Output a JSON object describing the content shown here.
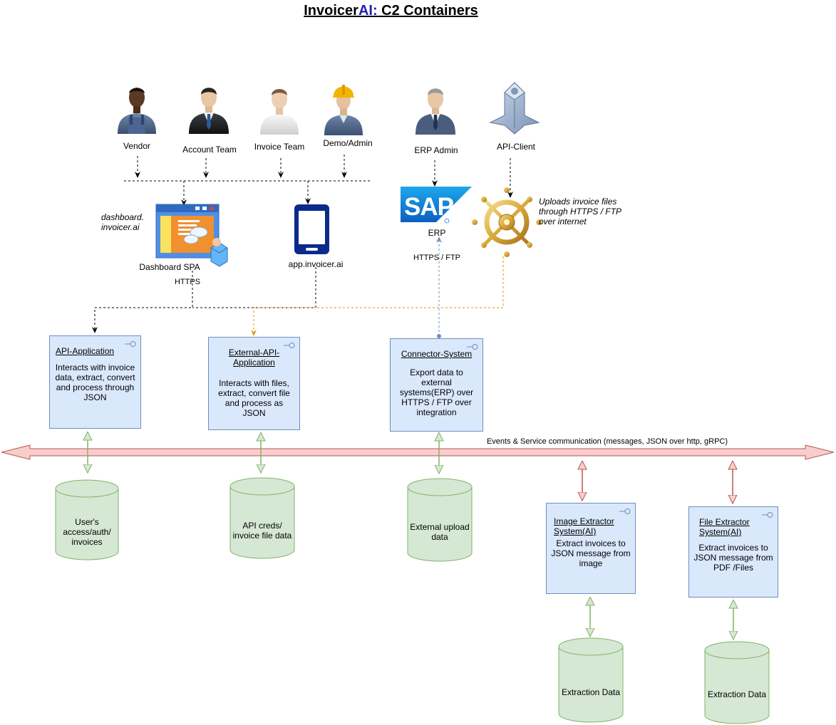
{
  "title": {
    "prefix": "Invoicer",
    "accent": "AI:",
    "rest": " C2 Containers",
    "accent_color": "#1f1fb0"
  },
  "actors": [
    {
      "label": "Vendor",
      "icon": "worker-person-icon"
    },
    {
      "label": "Account Team",
      "icon": "business-person-icon"
    },
    {
      "label": "Invoice Team",
      "icon": "person-icon"
    },
    {
      "label": "Demo/Admin",
      "icon": "hardhat-person-icon"
    },
    {
      "label": "ERP Admin",
      "icon": "business-person-icon"
    },
    {
      "label": "API-Client",
      "icon": "server-node-icon"
    }
  ],
  "clients": {
    "dashboard_caption": "dashboard.\ninvoicer.ai",
    "dashboard_label": "Dashboard SPA",
    "dashboard_protocol": "HTTPS",
    "mobile_label": "app.invoicer.ai",
    "erp_logo": "SAP",
    "erp_label": "ERP",
    "erp_protocol": "HTTPS / FTP",
    "helm_note": "Uploads invoice files\nthrough HTTPS /  FTP\nover internet"
  },
  "containers": [
    {
      "name": "API-Application",
      "desc": "Interacts with invoice data, extract, convert and process through JSON"
    },
    {
      "name": "External-API-Application",
      "desc": "Interacts with files, extract, convert file and process as JSON"
    },
    {
      "name": "Connector-System",
      "desc": "Export data to external systems(ERP) over HTTPS / FTP over integration"
    },
    {
      "name": "Image Extractor System(AI)",
      "desc": "Extract invoices to JSON message from image"
    },
    {
      "name": "File Extractor System(AI)",
      "desc": "Extract invoices to JSON message from PDF /Files"
    }
  ],
  "bus_label": "Events & Service communication (messages, JSON over http, gRPC)",
  "databases": [
    {
      "label": "User's access/auth/ invoices"
    },
    {
      "label": "API creds/ invoice file data"
    },
    {
      "label": "External upload data"
    },
    {
      "label": "Extraction Data"
    },
    {
      "label": "Extraction Data"
    }
  ],
  "colors": {
    "box_fill": "#dae8fc",
    "box_stroke": "#6c8ebf",
    "db_fill": "#d5e8d4",
    "db_stroke": "#82b366",
    "bus_fill": "#f8cecc",
    "bus_stroke": "#b85450",
    "orange_link": "#d79b00",
    "blue_link": "#6c8ebf"
  }
}
